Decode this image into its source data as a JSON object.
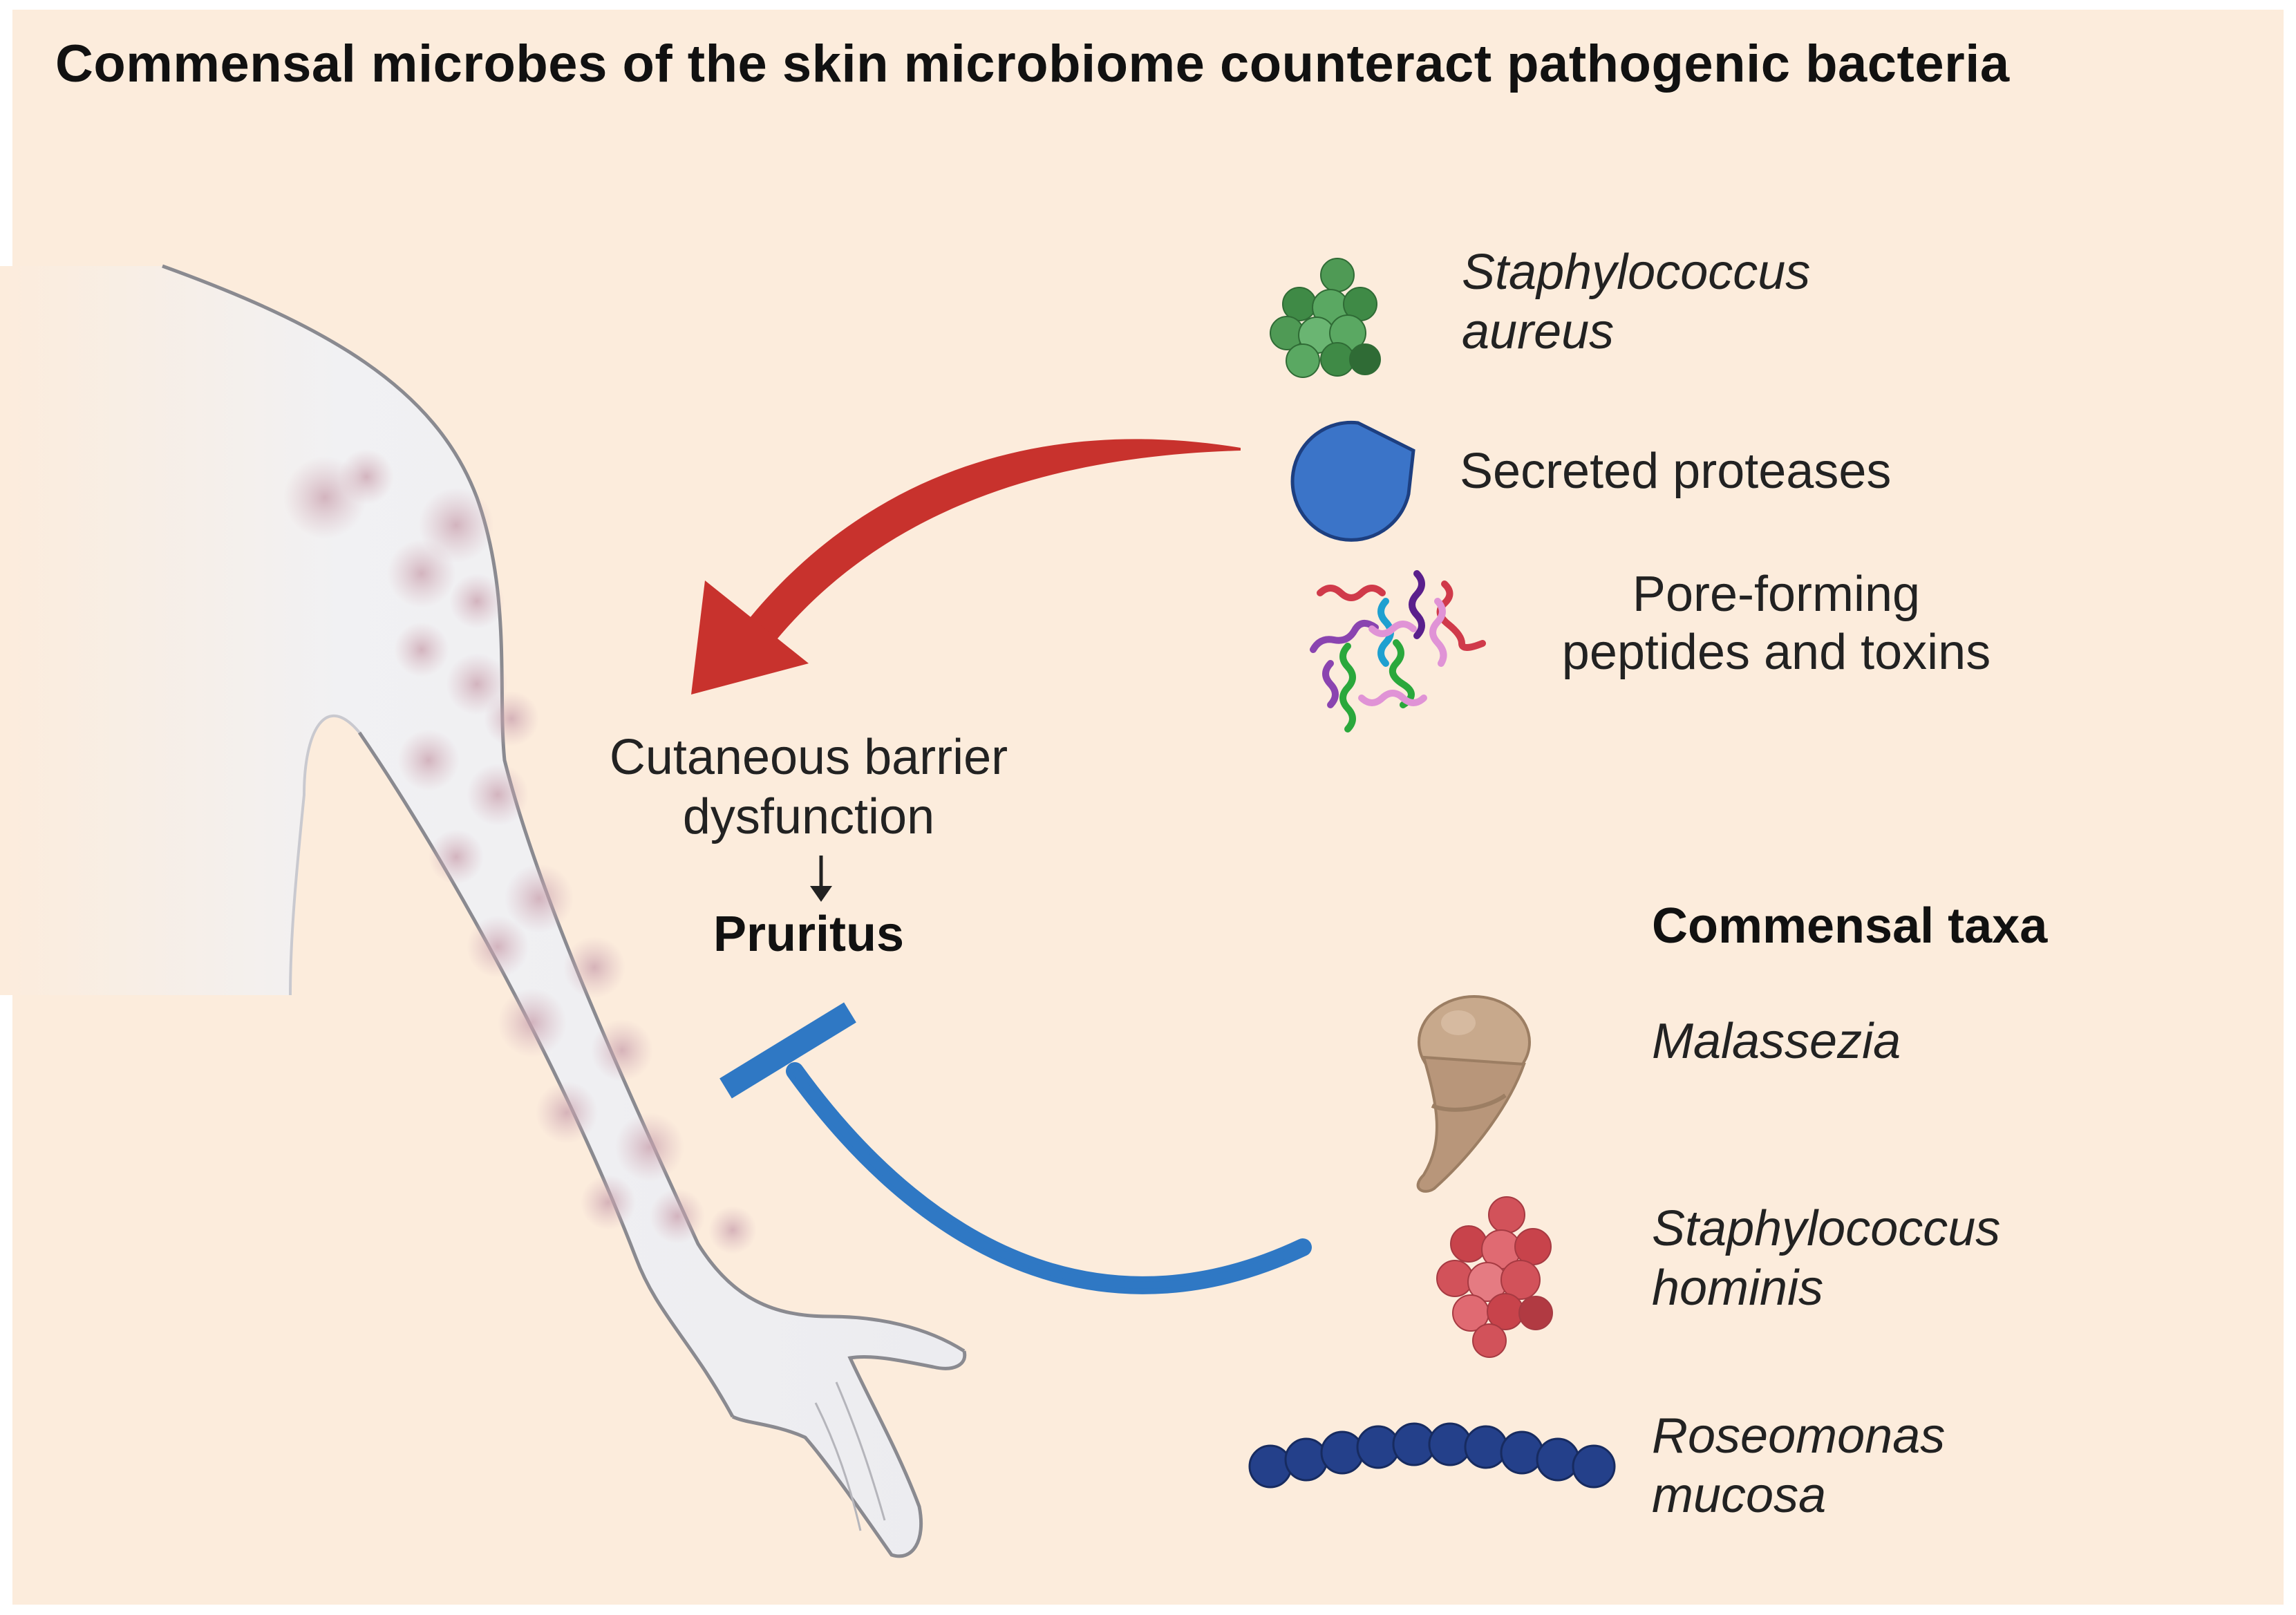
{
  "title": "Commensal microbes of the skin microbiome counteract  pathogenic bacteria",
  "pathogen": {
    "organism": [
      "Staphylococcus",
      "aureus"
    ],
    "proteases": "Secreted proteases",
    "toxins": [
      "Pore-forming",
      "peptides and toxins"
    ]
  },
  "center": {
    "barrier": [
      "Cutaneous barrier",
      "dysfunction"
    ],
    "outcome": "Pruritus"
  },
  "commensal": {
    "heading": "Commensal taxa",
    "taxa": [
      {
        "lines": [
          "Malassezia"
        ]
      },
      {
        "lines": [
          "Staphylococcus",
          "hominis"
        ]
      },
      {
        "lines": [
          "Roseomonas",
          "mucosa"
        ]
      }
    ]
  },
  "colors": {
    "background": "#fcecdc",
    "pathogen_arrow": "#c8322d",
    "inhibit_arrow": "#2f78c4",
    "aureus_green": "#4f9a55",
    "protease_blue": "#3b74c8",
    "malassezia": "#c8a98c",
    "hominis_red": "#d2525a",
    "roseomonas_navy": "#24408a"
  }
}
